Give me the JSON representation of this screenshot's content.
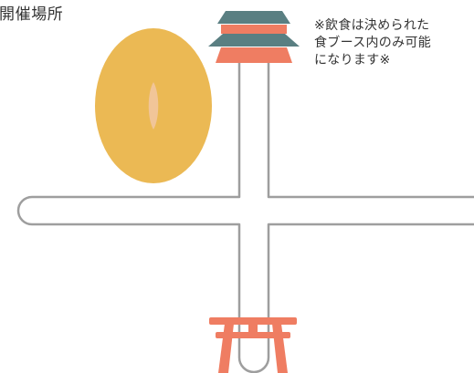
{
  "title": "開催場所",
  "note": {
    "lines": [
      "※飲食は決められた",
      "食ブース内のみ可能",
      "になります※"
    ]
  },
  "colors": {
    "path": "#9e9e9e",
    "temple_roof": "#5a7f82",
    "temple_body": "#ef7d62",
    "torii_gate": "#ef7d62",
    "pond": "#ebb954",
    "pond_highlight": "#f2c6a0"
  },
  "icons": {
    "temple": "temple-pagoda-icon",
    "torii": "torii-gate-icon",
    "pond": "pond-icon"
  }
}
